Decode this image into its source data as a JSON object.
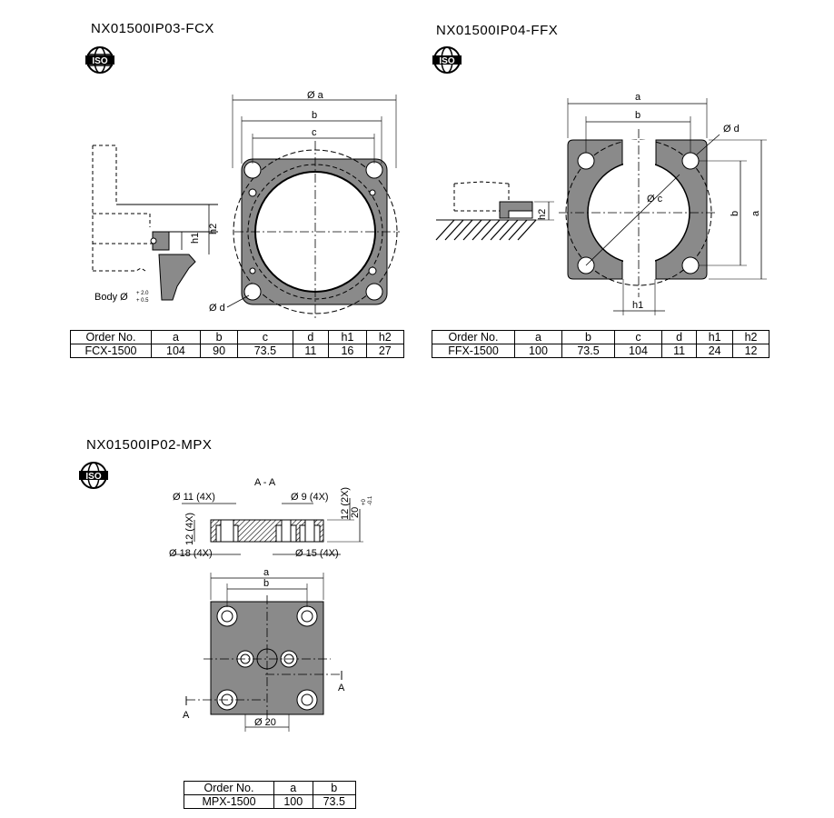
{
  "sections": {
    "fcx": {
      "title": "NX01500IP03-FCX",
      "labels": {
        "a": "Ø a",
        "b": "b",
        "c": "c",
        "d": "Ø d",
        "h1": "h1",
        "h2": "h2",
        "body": "Body Ø",
        "tol_plus": "+ 2.0",
        "tol_minus": "+ 0.5"
      },
      "table": {
        "headers": [
          "Order No.",
          "a",
          "b",
          "c",
          "d",
          "h1",
          "h2"
        ],
        "row": [
          "FCX-1500",
          "104",
          "90",
          "73.5",
          "11",
          "16",
          "27"
        ]
      }
    },
    "ffx": {
      "title": "NX01500IP04-FFX",
      "labels": {
        "a": "a",
        "b": "b",
        "c": "Ø c",
        "d": "Ø d",
        "h1": "h1",
        "h2": "h2",
        "b_side": "b",
        "a_side": "a"
      },
      "table": {
        "headers": [
          "Order No.",
          "a",
          "b",
          "c",
          "d",
          "h1",
          "h2"
        ],
        "row": [
          "FFX-1500",
          "100",
          "73.5",
          "104",
          "11",
          "24",
          "12"
        ]
      }
    },
    "mpx": {
      "title": "NX01500IP02-MPX",
      "labels": {
        "section": "A - A",
        "d11": "Ø 11 (4X)",
        "d9": "Ø 9 (4X)",
        "d18": "Ø 18 (4X)",
        "d15": "Ø 15 (4X)",
        "h12": "12 (4X)",
        "h12b": "12 (2X)",
        "h20": "20",
        "tol_top": "+0",
        "tol_bot": "-0.1",
        "a": "a",
        "b": "b",
        "d20": "Ø 20",
        "cutA": "A"
      },
      "table": {
        "headers": [
          "Order No.",
          "a",
          "b"
        ],
        "row": [
          "MPX-1500",
          "100",
          "73.5"
        ]
      }
    }
  },
  "iso_logo": "ISO"
}
